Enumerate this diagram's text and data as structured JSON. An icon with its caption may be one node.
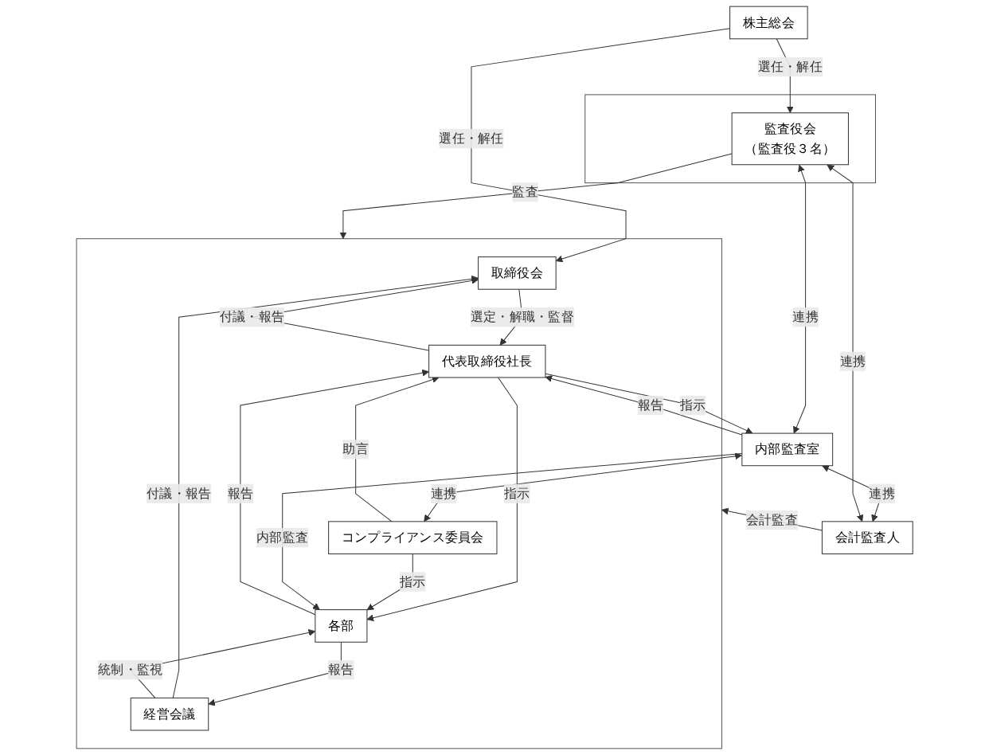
{
  "diagram": {
    "nodes": [
      {
        "text": [
          "株主総会"
        ]
      },
      {
        "text": [],
        "shape": "box"
      },
      {
        "text": [
          "取締役会"
        ],
        "in": 1
      },
      {
        "text": [
          "代表取締役社長"
        ],
        "in": 1
      },
      {
        "text": [
          "経営会議"
        ],
        "in": 1
      },
      {
        "text": [
          "コンプライアンス委員会"
        ],
        "in": 1
      },
      {
        "text": [
          "各部"
        ],
        "in": 1
      },
      {
        "text": [],
        "shape": "box"
      },
      {
        "text": [
          "監査役会",
          "（監査役３名）"
        ],
        "in": 7
      },
      {
        "text": [
          "内部監査室"
        ]
      },
      {
        "text": [
          "会計監査人"
        ]
      }
    ],
    "edges": [
      {
        "from": 0,
        "to": 2,
        "arrow": "to",
        "label": "選任・解任"
      },
      {
        "from": 0,
        "to": 8,
        "arrow": "to",
        "label": "選任・解任"
      },
      {
        "from": 8,
        "to": 1,
        "arrow": "to",
        "label": "監査"
      },
      {
        "from": 2,
        "to": 3,
        "arrow": "to",
        "label": "選定・解職・監督"
      },
      {
        "from": 3,
        "to": 2,
        "arrow": "to",
        "label": "付議・報告"
      },
      {
        "from": 4,
        "to": 2,
        "arrow": "to",
        "label": "付議・報告"
      },
      {
        "from": 3,
        "to": 9,
        "arrow": "to",
        "label": "指示"
      },
      {
        "from": 9,
        "to": 3,
        "arrow": "to",
        "label": "報告"
      },
      {
        "from": 8,
        "to": 9,
        "arrow": "both",
        "label": "連携"
      },
      {
        "from": 9,
        "to": 5,
        "arrow": "both",
        "label": "連携"
      },
      {
        "from": 9,
        "to": 10,
        "arrow": "both",
        "label": "連携"
      },
      {
        "from": 8,
        "to": 10,
        "arrow": "both",
        "label": "連携"
      },
      {
        "from": 3,
        "to": 6,
        "arrow": "to",
        "label": "指示"
      },
      {
        "from": 6,
        "to": 3,
        "arrow": "to",
        "label": "報告"
      },
      {
        "from": 5,
        "to": 3,
        "arrow": "to",
        "label": "助言"
      },
      {
        "from": 4,
        "to": 6,
        "arrow": "to",
        "label": "統制・監視"
      },
      {
        "from": 6,
        "to": 4,
        "arrow": "to",
        "label": "報告"
      },
      {
        "from": 5,
        "to": 6,
        "arrow": "to",
        "label": "指示"
      },
      {
        "from": 9,
        "to": 6,
        "arrow": "to",
        "label": "内部監査"
      },
      {
        "from": 10,
        "to": 1,
        "arrow": "to",
        "label": "会計監査"
      }
    ]
  }
}
